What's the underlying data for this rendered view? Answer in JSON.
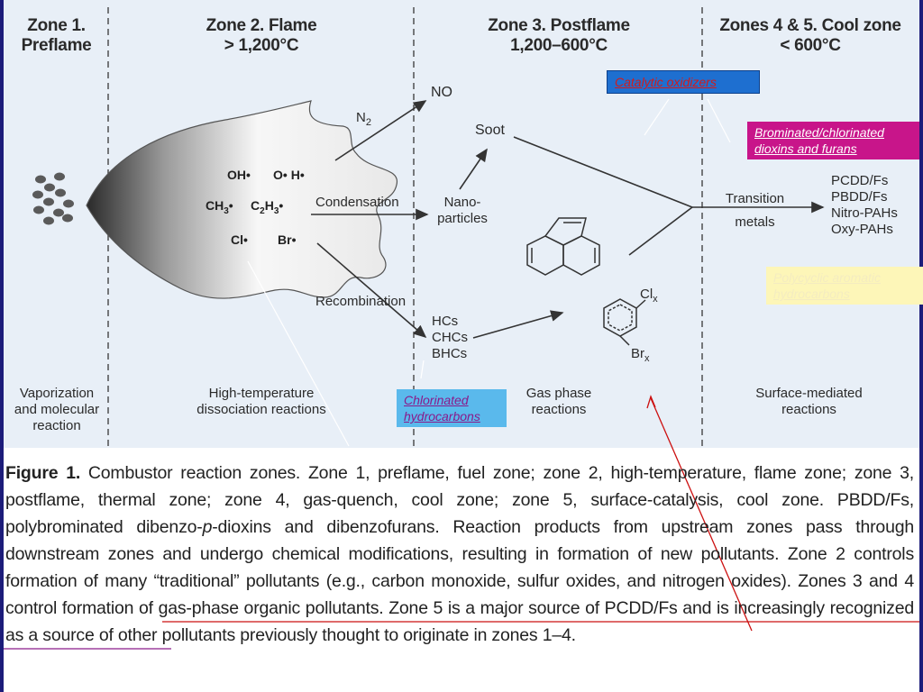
{
  "zones": [
    {
      "title": "Zone 1.",
      "subtitle": "Preflame"
    },
    {
      "title": "Zone 2. Flame",
      "subtitle": "> 1,200°C"
    },
    {
      "title": "Zone 3. Postflame",
      "subtitle": "1,200–600°C"
    },
    {
      "title": "Zones 4 & 5. Cool zone",
      "subtitle": "< 600°C"
    }
  ],
  "flame": {
    "oh": "OH",
    "o": "O",
    "h": "H",
    "ch3": "CH",
    "c2h3": "C",
    "cl": "Cl",
    "br": "Br"
  },
  "arrows": {
    "n2": "N",
    "no": "NO",
    "condensation": "Condensation",
    "recombination": "Recombination",
    "soot": "Soot",
    "nano1": "Nano-",
    "nano2": "particles",
    "hcs": "HCs",
    "chcs": "CHCs",
    "bhcs": "BHCs",
    "transition1": "Transition",
    "transition2": "metals",
    "clx": "Cl",
    "brx": "Br",
    "x": "x"
  },
  "products": [
    "PCDD/Fs",
    "PBDD/Fs",
    "Nitro-PAHs",
    "Oxy-PAHs"
  ],
  "reactions": [
    {
      "line1": "Vaporization",
      "line2": "and molecular",
      "line3": "reaction"
    },
    {
      "line1": "High-temperature",
      "line2": "dissociation reactions"
    },
    {
      "line1": "Gas phase",
      "line2": "reactions"
    },
    {
      "line1": "Surface-mediated",
      "line2": "reactions"
    }
  ],
  "overlays": {
    "catalytic": "Catalytic oxidizers",
    "brominated1": "Brominated/chlorinated",
    "brominated2": "dioxins and furans",
    "polycyclic1": "Polycyclic aromatic",
    "polycyclic2": "hydrocarbons",
    "chlorinated1": "Chlorinated",
    "chlorinated2": "hydrocarbons"
  },
  "caption": {
    "label": "Figure 1.",
    "part1": " Combustor reaction zones. Zone 1, preflame, fuel zone; zone 2, high-temperature, flame zone; zone 3, postflame, thermal zone; zone 4, gas-quench, cool zone; zone 5, surface-catalysis, cool zone. PBDD/Fs, polybrominated dibenzo-",
    "italic_p": "p",
    "part2": "-dioxins and dibenzofurans. Reaction products from upstream zones pass through downstream zones and undergo chemical modifications, resulting in formation of new pollutants. Zone 2 controls formation of many “traditional” pollutants (e.g., carbon monoxide, sulfur oxides, and nitrogen oxides). Zones 3 and 4 control formation of gas-phase organic pollutants. Zone 5 is a major source of PCDD/Fs and is increasingly recognized as a source of other pollutants previously thought to originate in zones 1–4."
  },
  "colors": {
    "frame": "#1c1c7a",
    "panel": "#e8eff7",
    "catalytic_bg": "#1e6fd0",
    "catalytic_text": "#d21b1b",
    "brominated_bg": "#c8158a",
    "polycyclic_bg": "#fdf6b8",
    "chlorinated_bg": "#5ab9ec",
    "chlorinated_text": "#8a1a8a",
    "red_annotation": "#cc1010"
  }
}
